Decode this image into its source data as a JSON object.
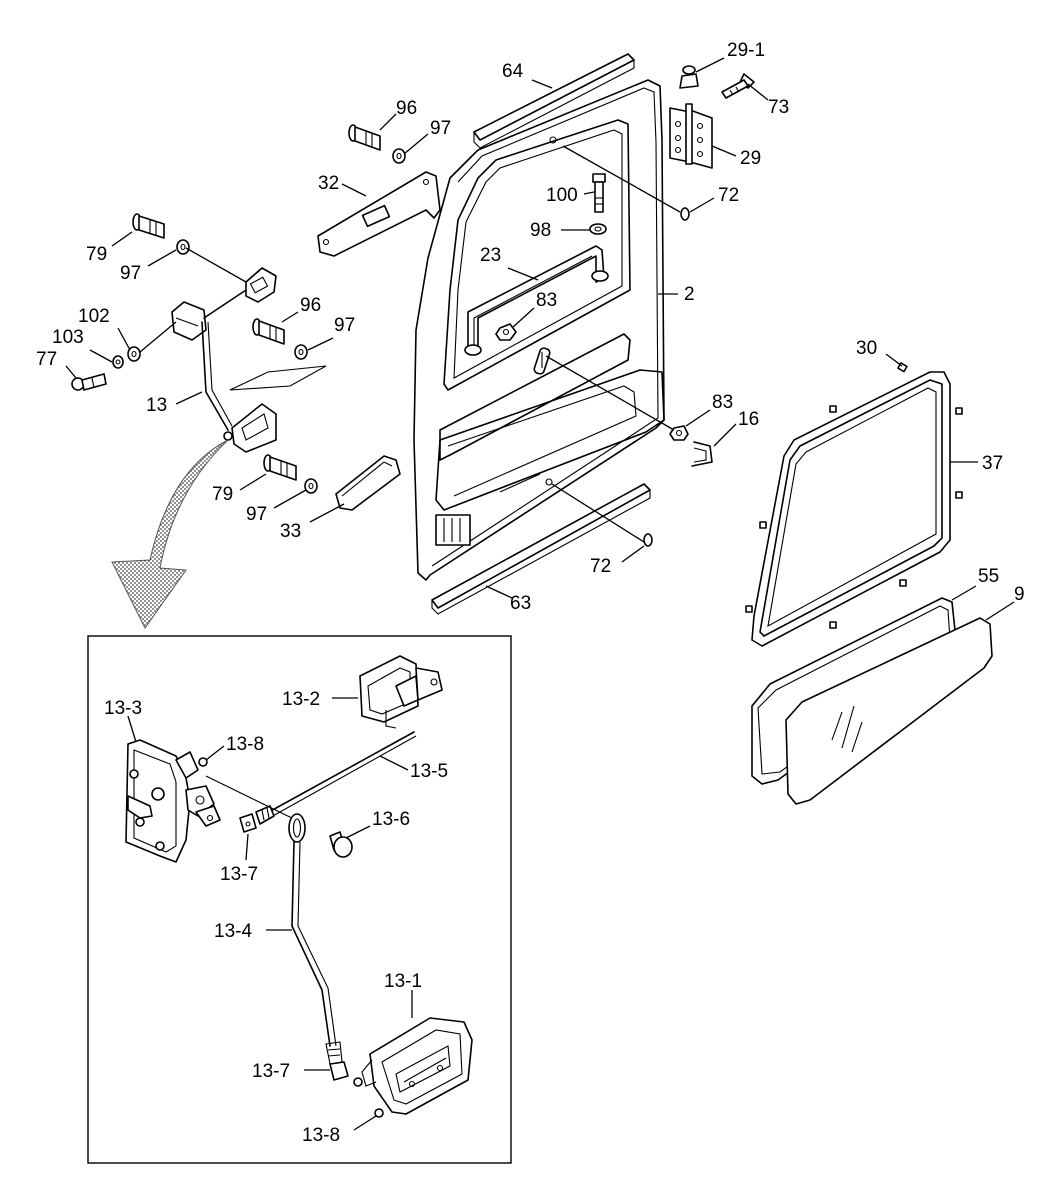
{
  "diagram": {
    "labels": {
      "l64": "64",
      "l29_1": "29-1",
      "l73": "73",
      "l29": "29",
      "l96a": "96",
      "l97a": "97",
      "l32": "32",
      "l100": "100",
      "l72a": "72",
      "l98": "98",
      "l79a": "79",
      "l97b": "97",
      "l23": "23",
      "l2": "2",
      "l83a": "83",
      "l102": "102",
      "l96b": "96",
      "l97c": "97",
      "l103": "103",
      "l77": "77",
      "l13": "13",
      "l30": "30",
      "l83b": "83",
      "l16": "16",
      "l37": "37",
      "l79b": "79",
      "l97d": "97",
      "l33": "33",
      "l72b": "72",
      "l63": "63",
      "l55": "55",
      "l9": "9"
    },
    "inset_labels": {
      "i13_3": "13-3",
      "i13_2": "13-2",
      "i13_8a": "13-8",
      "i13_5": "13-5",
      "i13_6": "13-6",
      "i13_7a": "13-7",
      "i13_4": "13-4",
      "i13_1": "13-1",
      "i13_7b": "13-7",
      "i13_8b": "13-8"
    }
  }
}
